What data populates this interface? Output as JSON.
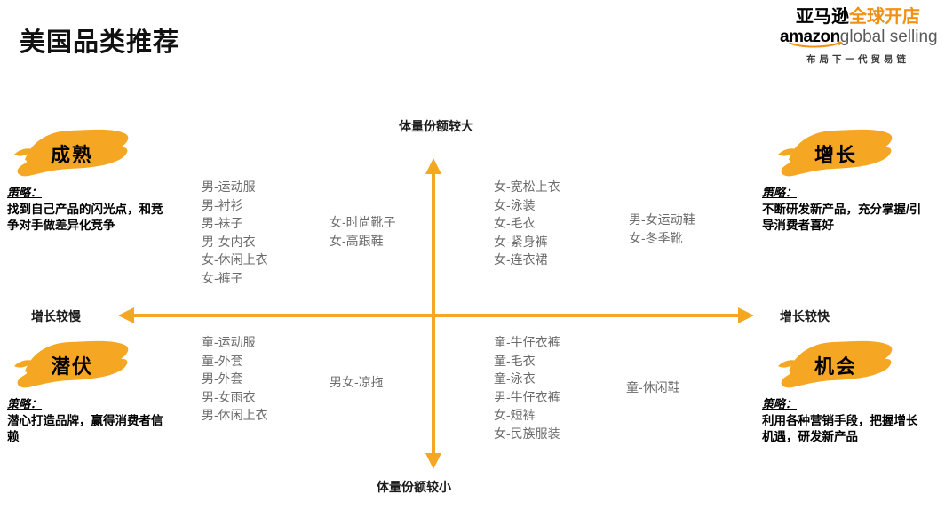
{
  "header": {
    "title": "美国品类推荐",
    "logo": {
      "cn_brand": "亚马逊",
      "cn_program": "全球开店",
      "en_brand": "amazon",
      "en_program": "global selling",
      "tagline": "布局下一代贸易链"
    }
  },
  "colors": {
    "accent_orange": "#F5A623",
    "logo_orange": "#F29111",
    "text_gray": "#6b6b6b",
    "text_black": "#111111"
  },
  "axes": {
    "top_label": "体量份额较大",
    "bottom_label": "体量份额较小",
    "left_label": "增长较慢",
    "right_label": "增长较快"
  },
  "quadrants": [
    {
      "id": "mature",
      "name": "成熟",
      "strategy_title": "策略：",
      "strategy_body": "找到自己产品的闪光点，和竞争对手做差异化竞争",
      "lists": [
        [
          "男-运动服",
          "男-衬衫",
          "男-袜子",
          "男-女内衣",
          "女-休闲上衣",
          "女-裤子"
        ],
        [
          "女-时尚靴子",
          "女-高跟鞋"
        ]
      ]
    },
    {
      "id": "growth",
      "name": "增长",
      "strategy_title": "策略：",
      "strategy_body": "不断研发新产品，充分掌握/引导消费者喜好",
      "lists": [
        [
          "女-宽松上衣",
          "女-泳装",
          "女-毛衣",
          "女-紧身裤",
          "女-连衣裙"
        ],
        [
          "男-女运动鞋",
          "女-冬季靴"
        ]
      ]
    },
    {
      "id": "latent",
      "name": "潜伏",
      "strategy_title": "策略：",
      "strategy_body": "潜心打造品牌，赢得消费者信赖",
      "lists": [
        [
          "童-运动服",
          "童-外套",
          "男-外套",
          "男-女雨衣",
          "男-休闲上衣"
        ],
        [
          "男女-凉拖"
        ]
      ]
    },
    {
      "id": "opportunity",
      "name": "机会",
      "strategy_title": "策略：",
      "strategy_body": "利用各种营销手段，把握增长机遇，研发新产品",
      "lists": [
        [
          "童-牛仔衣裤",
          "童-毛衣",
          "童-泳衣",
          "男-牛仔衣裤",
          "女-短裤",
          "女-民族服装"
        ],
        [
          "童-休闲鞋"
        ]
      ]
    }
  ]
}
